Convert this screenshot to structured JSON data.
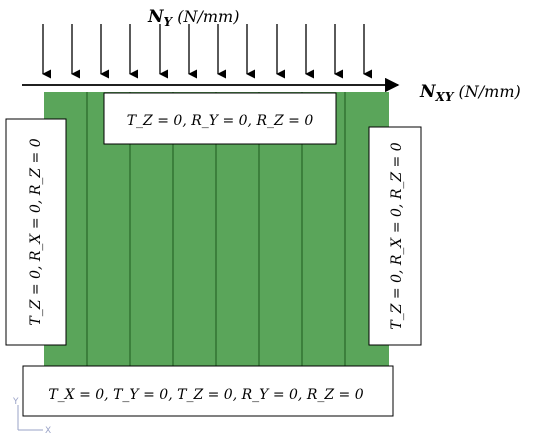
{
  "labels": {
    "ny_symbol": "N",
    "ny_sub": "Y",
    "ny_units": " (N/mm)",
    "nxy_symbol": "N",
    "nxy_sub": "XY",
    "nxy_units": " (N/mm)"
  },
  "boundary_conditions": {
    "top": "T_Z = 0,  R_Y = 0, R_Z = 0",
    "left": "T_Z = 0,  R_X = 0, R_Z = 0",
    "right": "T_Z = 0,  R_X = 0, R_Z = 0",
    "bottom": "T_X = 0, T_Y = 0, T_Z = 0,  R_Y = 0, R_Z = 0"
  },
  "axes_triad": {
    "y_label": "Y",
    "x_label": "X"
  },
  "colors": {
    "panel_fill": "#5aa55a",
    "panel_lines": "#2d6b2d",
    "box_border": "#000000",
    "box_fill": "#ffffff",
    "triad": "#9aa3c7"
  }
}
